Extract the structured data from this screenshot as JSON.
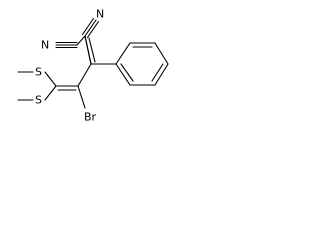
{
  "molecule": {
    "atoms": {
      "n1": "N",
      "n2": "N",
      "br": "Br",
      "s1": "S",
      "s2": "S"
    },
    "colors": {
      "ink": "#000000",
      "background": "#ffffff"
    }
  }
}
